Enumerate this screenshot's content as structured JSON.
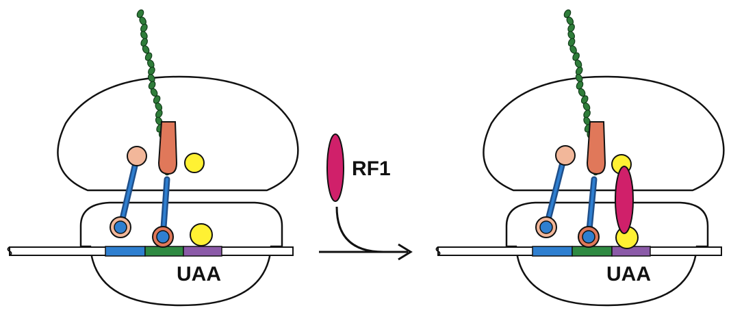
{
  "labels": {
    "stop_codon_left": "UAA",
    "stop_codon_right": "UAA",
    "release_factor": "RF1"
  },
  "colors": {
    "ribosome_stroke": "#111111",
    "peptide_bead": "#2f7d3a",
    "trna_stem": "#2f7fd0",
    "trna_stem_dark": "#1f4f8a",
    "trna_ring": "#f2b79a",
    "trna_ring_dark": "#b7583a",
    "ptrna_body": "#e0785a",
    "yellow_factor": "#fff133",
    "codon_blue": "#2f7fd0",
    "codon_green": "#2f8a42",
    "codon_purple": "#8b5aa8",
    "rf1": "#d0206a"
  },
  "icons": [
    "arrow-icon",
    "rf1-icon"
  ]
}
